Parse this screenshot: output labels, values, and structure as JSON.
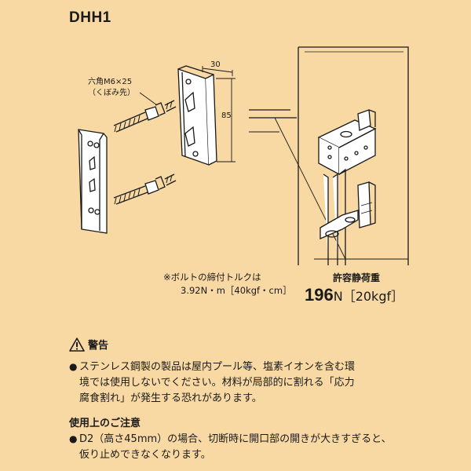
{
  "product": {
    "code": "DHH1"
  },
  "dimensions": {
    "bolt_label_line1": "六角M6×25",
    "bolt_label_line2": "（くぼみ先）",
    "width": "30",
    "height": "85"
  },
  "torque": {
    "line1": "※ボルトの締付トルクは",
    "line2": "3.92N・m［40kgf・cm］"
  },
  "load": {
    "label": "許容静荷重",
    "value": "196",
    "unit": "N［20kgf］"
  },
  "warning": {
    "title": "警告",
    "bullet": "●",
    "line1": "ステンレス鋼製の製品は屋内プール等、塩素イオンを含む環",
    "line2": "境では使用しないでください。材料が局部的に割れる「応力",
    "line3": "腐食割れ」が発生する恐れがあります。"
  },
  "notes": {
    "title": "使用上のご注意",
    "bullet": "●",
    "line1": "D2（高さ45mm）の場合、切断時に開口部の開きが大きすぎると、",
    "line2": "仮り止めできなくなります。"
  },
  "colors": {
    "background": "#f8d9a3",
    "line": "#1a1a1a",
    "white": "#ffffff"
  }
}
